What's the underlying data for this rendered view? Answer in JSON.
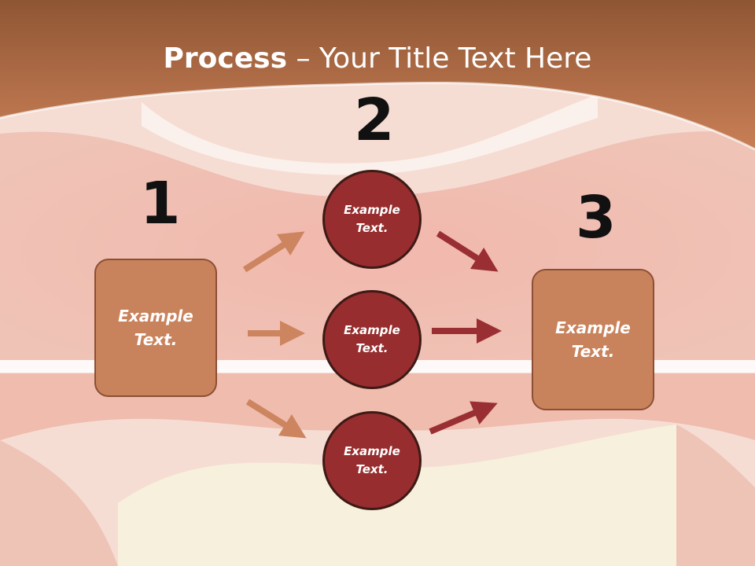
{
  "slide": {
    "title_bold": "Process",
    "title_rest": " – Your Title Text Here",
    "step_numbers": [
      "1",
      "2",
      "3"
    ],
    "left_box": "Example Text.",
    "right_box": "Example Text.",
    "circles": [
      "Example Text.",
      "Example Text.",
      "Example Text."
    ]
  },
  "colors": {
    "header": "#c57a52",
    "box_fill": "#c9835c",
    "circle_fill": "#972d2e",
    "light_arrow": "#cd8560",
    "dark_arrow": "#9a2f33"
  }
}
